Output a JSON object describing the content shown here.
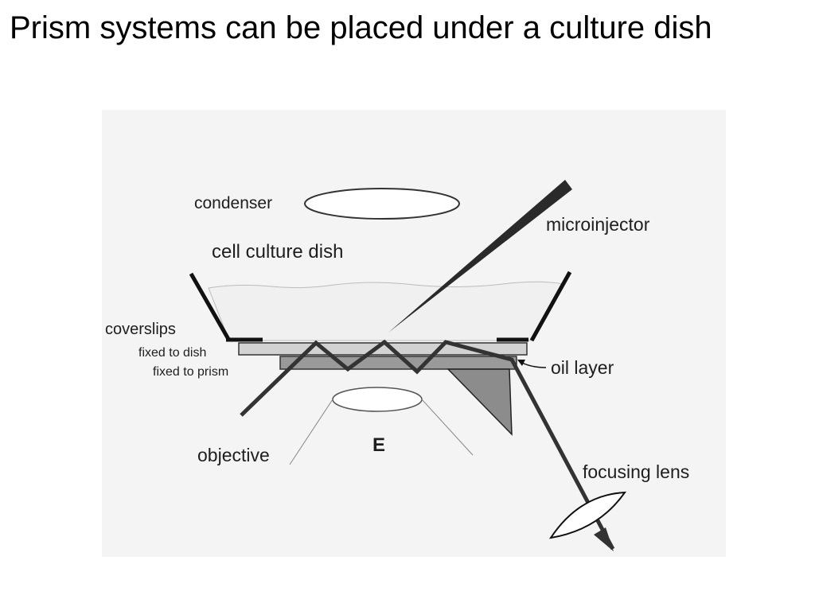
{
  "title": "Prism systems can be placed under a culture dish",
  "figure": {
    "panel_letter": "E",
    "labels": {
      "condenser": "condenser",
      "microinjector": "microinjector",
      "cell_culture_dish": "cell culture dish",
      "coverslips": "coverslips",
      "fixed_to_dish": "fixed to dish",
      "fixed_to_prism": "fixed to prism",
      "oil_layer": "oil layer",
      "objective": "objective",
      "focusing_lens": "focusing lens"
    },
    "colors": {
      "medium": "#f0f0f0",
      "prism": "#8c8c8c",
      "coverslip_dish": "#d2d2d2",
      "coverslip_prism": "#9a9a9a",
      "beam": "#333333"
    }
  }
}
